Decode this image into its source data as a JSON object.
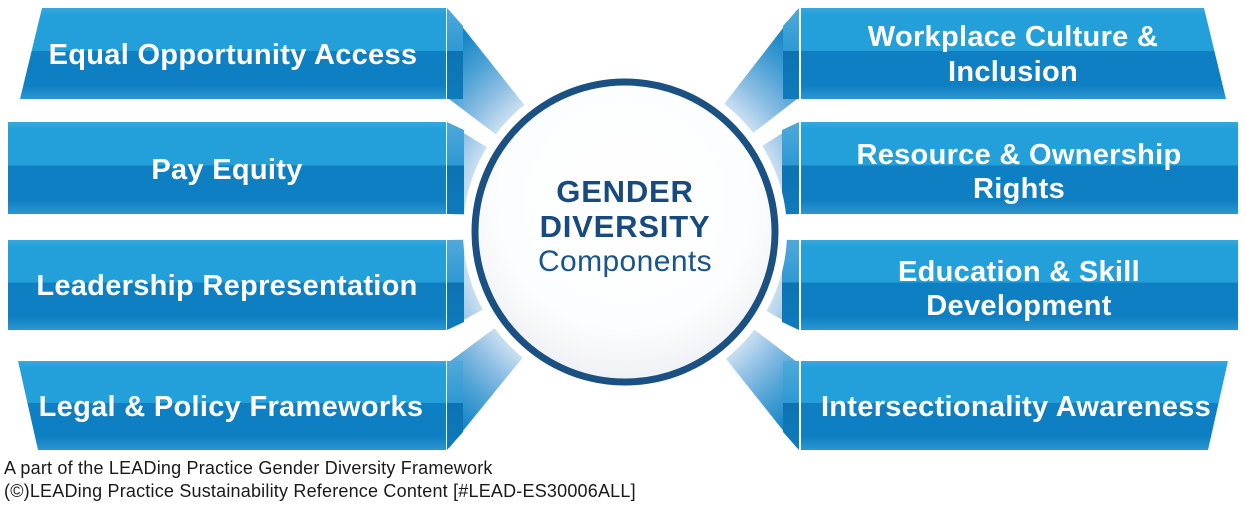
{
  "diagram": {
    "hub": {
      "title_line1": "GENDER",
      "title_line2": "DIVERSITY",
      "title_line3": "Components"
    },
    "left_items": [
      {
        "label": "Equal Opportunity Access",
        "lines": [
          "Equal Opportunity Access"
        ]
      },
      {
        "label": "Pay Equity",
        "lines": [
          "Pay Equity"
        ]
      },
      {
        "label": "Leadership Representation",
        "lines": [
          "Leadership Representation"
        ]
      },
      {
        "label": "Legal & Policy Frameworks",
        "lines": [
          "Legal & Policy Frameworks"
        ]
      }
    ],
    "right_items": [
      {
        "label": "Workplace Culture & Inclusion",
        "lines": [
          "Workplace Culture &",
          "Inclusion"
        ]
      },
      {
        "label": "Resource & Ownership Rights",
        "lines": [
          "Resource & Ownership",
          "Rights"
        ]
      },
      {
        "label": "Education & Skill Development",
        "lines": [
          "Education & Skill",
          "Development"
        ]
      },
      {
        "label": "Intersectionality Awareness",
        "lines": [
          "Intersectionality Awareness"
        ]
      }
    ],
    "footer": {
      "line1": "A part of the LEADing Practice Gender Diversity Framework",
      "line2": "(©)LEADing Practice Sustainability Reference Content [#LEAD-ES30006ALL]"
    },
    "colors": {
      "banner_top": "#23A0DA",
      "banner_bottom": "#0E7FC2",
      "beam_dark": "#0E7FC2",
      "beam_light": "#C9DFF1",
      "hub_ring": "#1B5083",
      "hub_text": "#174B80",
      "label_text": "#FFFFFF",
      "footer_text": "#1A1A1A"
    }
  }
}
